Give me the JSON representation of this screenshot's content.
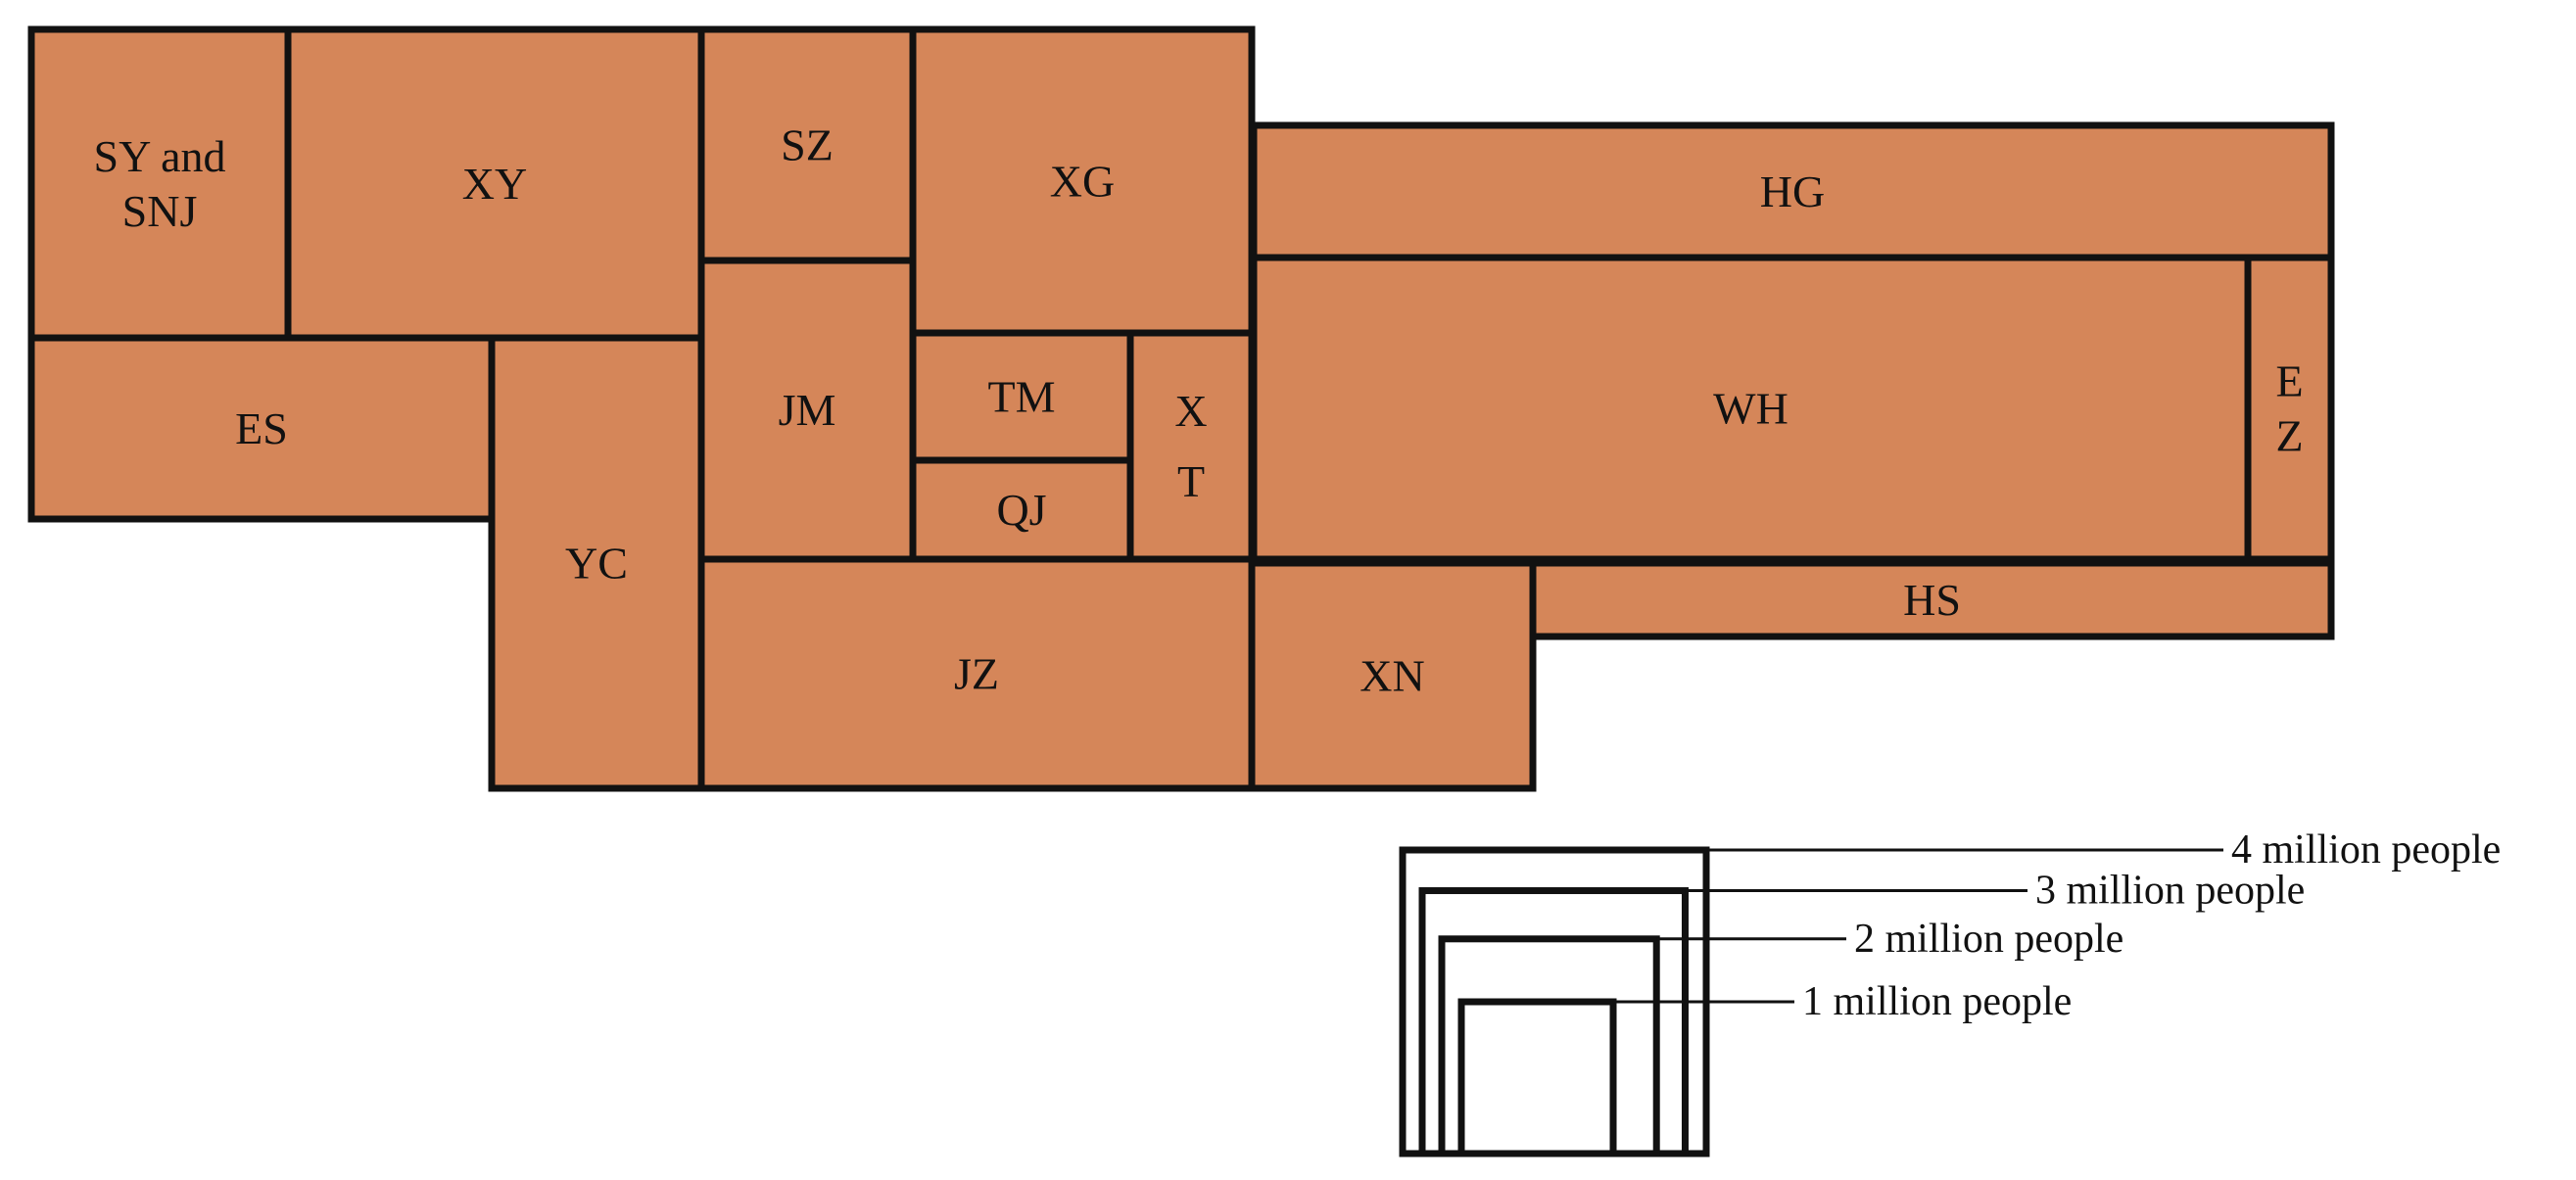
{
  "colors": {
    "fill": "#d58659",
    "stroke": "#111111",
    "background": "#ffffff"
  },
  "regions": [
    {
      "id": "sy-snj",
      "label_lines": [
        "SY and",
        "SNJ"
      ]
    },
    {
      "id": "xy",
      "label_lines": [
        "XY"
      ]
    },
    {
      "id": "sz",
      "label_lines": [
        "SZ"
      ]
    },
    {
      "id": "xg",
      "label_lines": [
        "XG"
      ]
    },
    {
      "id": "hg",
      "label_lines": [
        "HG"
      ]
    },
    {
      "id": "es",
      "label_lines": [
        "ES"
      ]
    },
    {
      "id": "yc",
      "label_lines": [
        "YC"
      ]
    },
    {
      "id": "jm",
      "label_lines": [
        "JM"
      ]
    },
    {
      "id": "tm",
      "label_lines": [
        "TM"
      ]
    },
    {
      "id": "qj",
      "label_lines": [
        "QJ"
      ]
    },
    {
      "id": "xt",
      "label_lines": [
        "X",
        "T"
      ]
    },
    {
      "id": "wh",
      "label_lines": [
        "WH"
      ]
    },
    {
      "id": "ez",
      "label_lines": [
        "E",
        "Z"
      ]
    },
    {
      "id": "jz",
      "label_lines": [
        "JZ"
      ]
    },
    {
      "id": "xn",
      "label_lines": [
        "XN"
      ]
    },
    {
      "id": "hs",
      "label_lines": [
        "HS"
      ]
    }
  ],
  "legend": [
    {
      "value_million": 4,
      "label": "4 million people"
    },
    {
      "value_million": 3,
      "label": "3 million people"
    },
    {
      "value_million": 2,
      "label": "2 million people"
    },
    {
      "value_million": 1,
      "label": "1 million people"
    }
  ]
}
